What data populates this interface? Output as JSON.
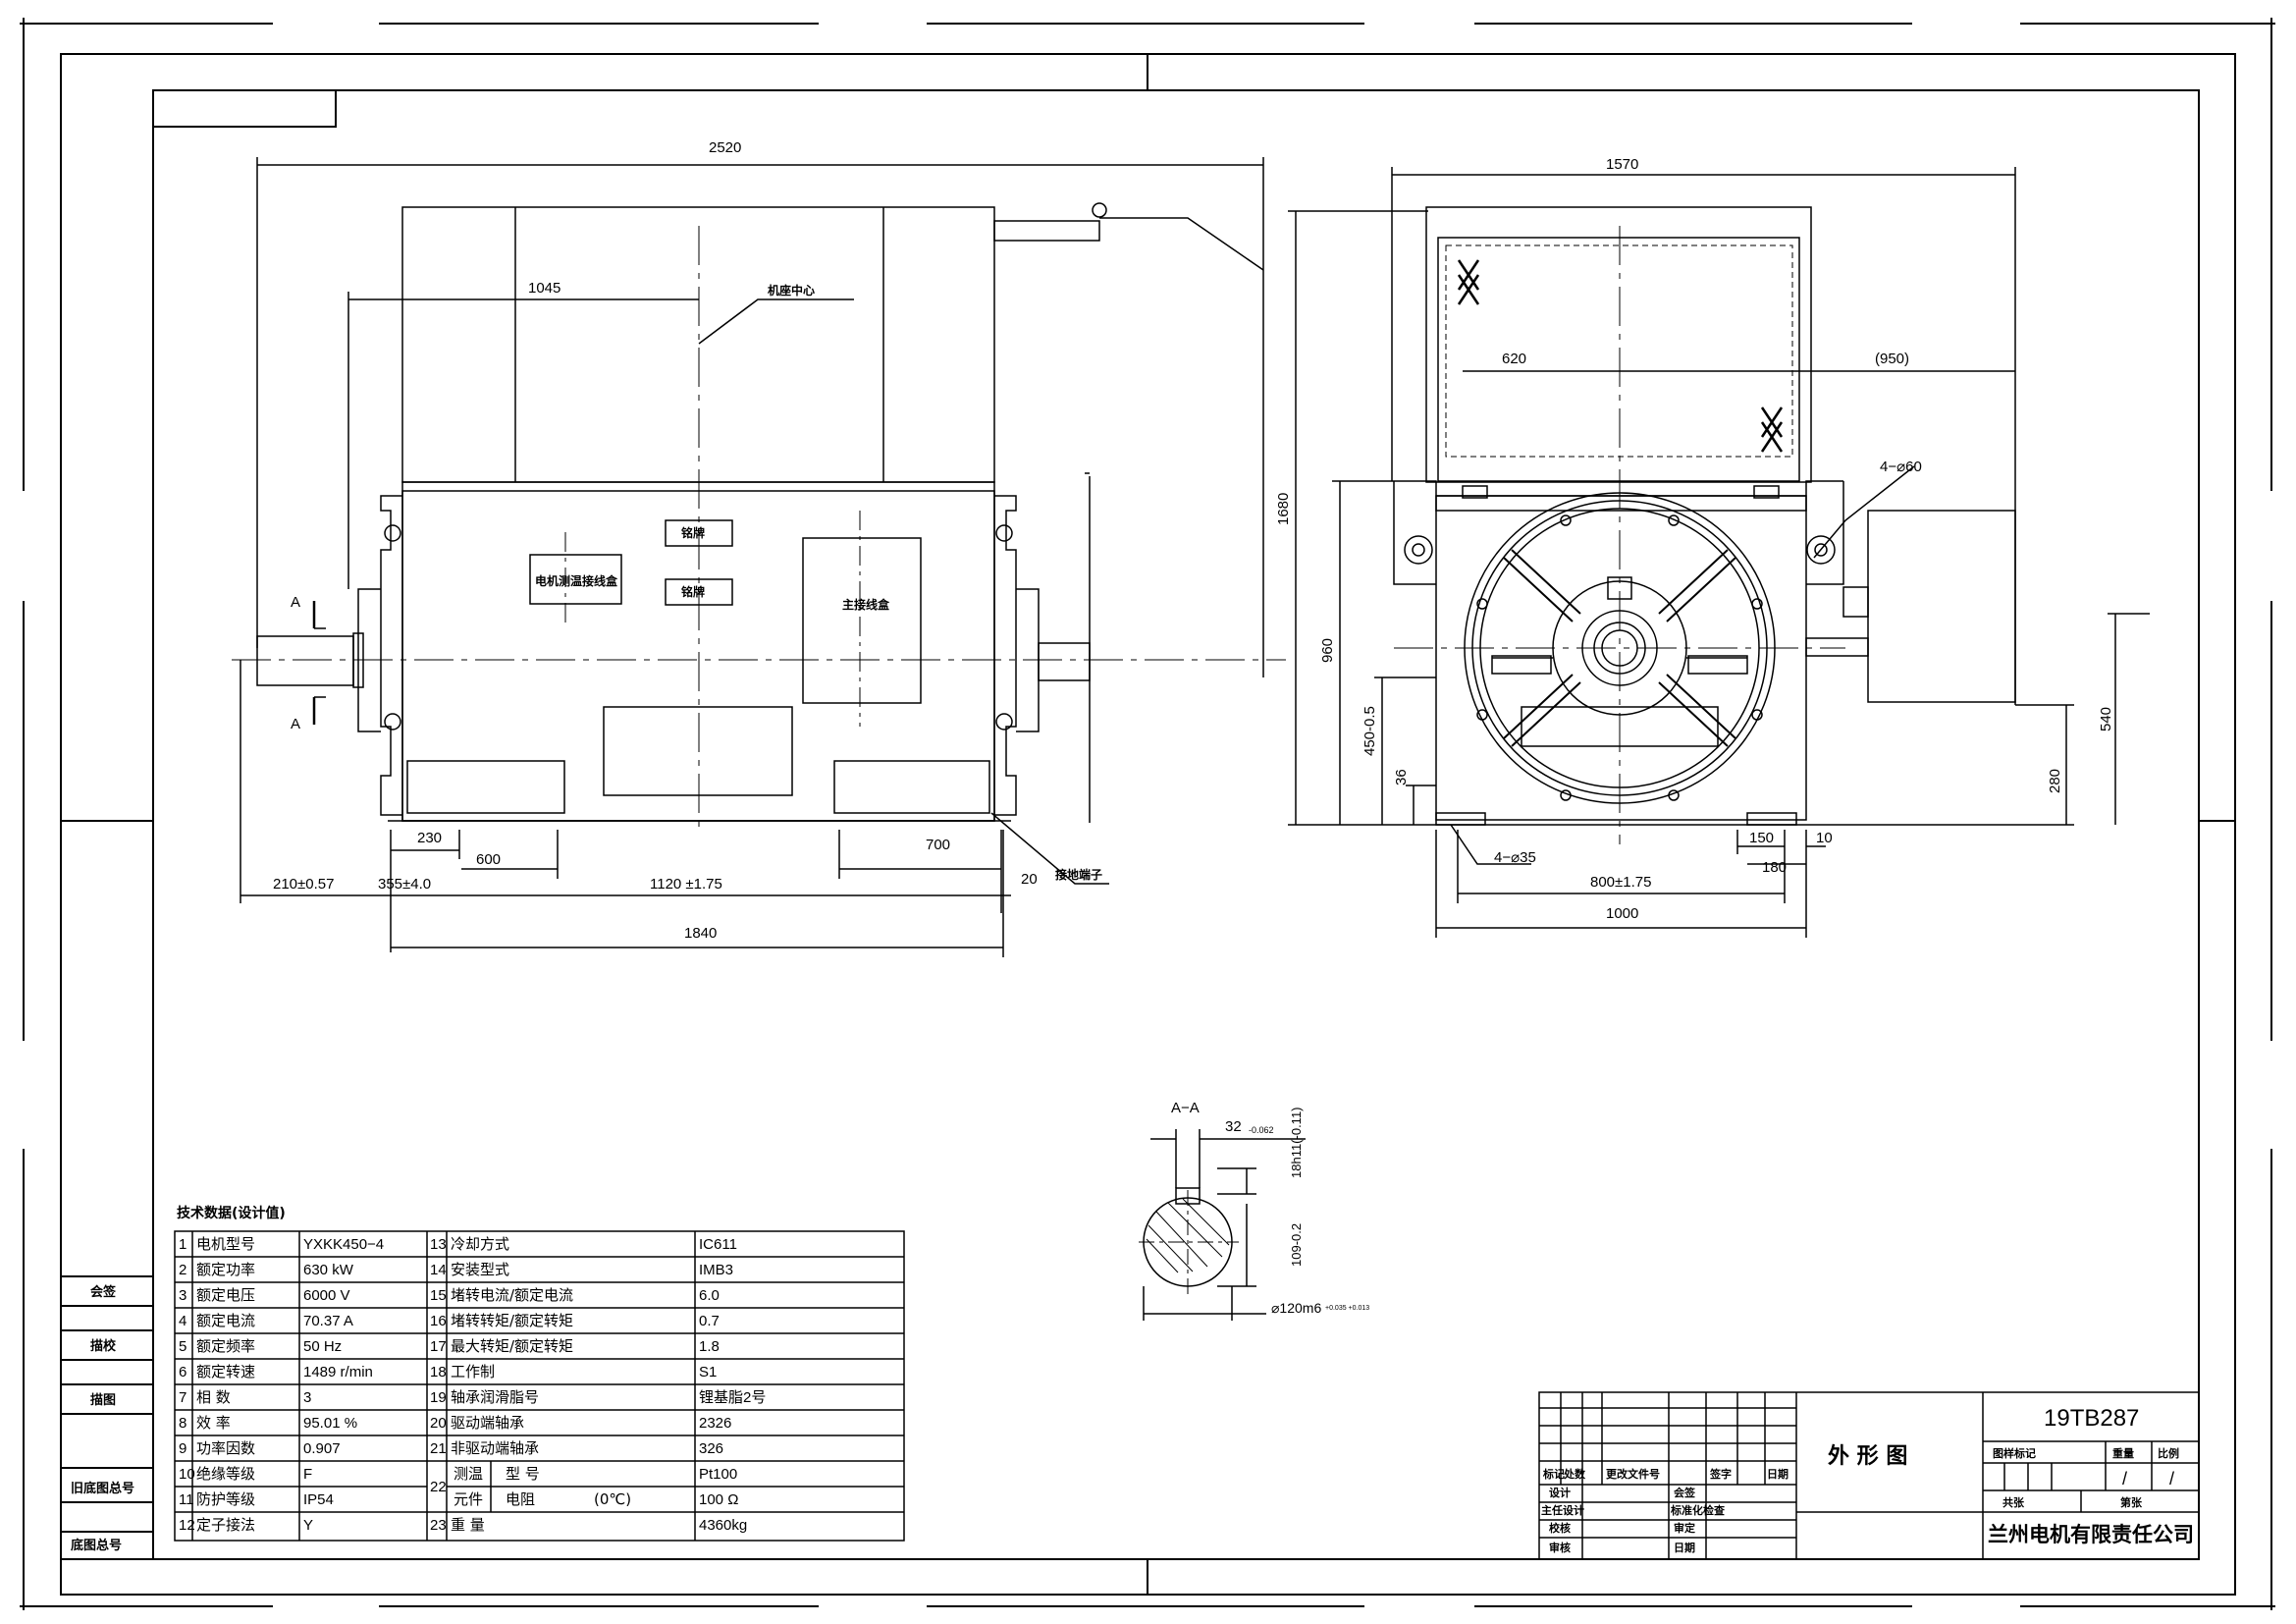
{
  "drawing": {
    "number": "19TB287",
    "name": "外 形 图",
    "company": "兰州电机有限责任公司",
    "scale_marks": [
      "/",
      "/"
    ],
    "title_block_labels": {
      "r1": [
        "标记",
        "处数",
        "更改文件号",
        "签字",
        "日期"
      ],
      "r2": [
        "设计",
        "会签"
      ],
      "r3": [
        "主任设计",
        "标准化检查"
      ],
      "r4": [
        "校核",
        "审定"
      ],
      "r5": [
        "审核",
        "日期"
      ],
      "right_top": [
        "图样标记",
        "重量",
        "比例"
      ],
      "right_mid": [
        "共张",
        "第张"
      ]
    },
    "left_strip": [
      "会签",
      "描校",
      "描图",
      "旧底图总号",
      "底图总号"
    ]
  },
  "front_view": {
    "dims": {
      "overall_length": "2520",
      "d1045": "1045",
      "d230": "230",
      "d600": "600",
      "d700": "700",
      "d210": "210±0.57",
      "d355": "355±4.0",
      "d1120": "1120 ±1.75",
      "d20": "20",
      "d1840": "1840"
    },
    "labels": {
      "cooler_dir": "机座中心",
      "box1": "电机测温接线盒",
      "box2": "铭牌",
      "box3": "主接线盒",
      "box_small": "铭牌",
      "ground": "接地端子",
      "section_a_top": "A",
      "section_a_bot": "A"
    }
  },
  "side_view": {
    "dims": {
      "width": "1570",
      "d620": "620",
      "d950": "(950)",
      "hole4": "4−⌀60",
      "height": "1680",
      "d960": "960",
      "d450": "450-0.5",
      "d36": "36",
      "d540": "540",
      "d280": "280",
      "hole_base": "4−⌀35",
      "d150": "150",
      "d10": "10",
      "d180": "180",
      "d800": "800±1.75",
      "d1000": "1000"
    }
  },
  "section_aa": {
    "title": "A−A",
    "key_width": "32",
    "key_width_tol": "-0.062",
    "key_depth": "18h11(-0.11)",
    "shaft_depth": "109-0.2",
    "shaft_dia": "⌀120m6",
    "shaft_tol": "+0.035 +0.013"
  },
  "tech_table": {
    "title": "技术数据(设计值)",
    "left": [
      {
        "no": "1",
        "name": "电机型号",
        "value": "YXKK450−4"
      },
      {
        "no": "2",
        "name": "额定功率",
        "value": "630 kW"
      },
      {
        "no": "3",
        "name": "额定电压",
        "value": "6000 V"
      },
      {
        "no": "4",
        "name": "额定电流",
        "value": "70.37  A"
      },
      {
        "no": "5",
        "name": "额定频率",
        "value": "50 Hz"
      },
      {
        "no": "6",
        "name": "额定转速",
        "value": "1489 r/min"
      },
      {
        "no": "7",
        "name": "相    数",
        "value": "3"
      },
      {
        "no": "8",
        "name": "效    率",
        "value": "95.01 %"
      },
      {
        "no": "9",
        "name": "功率因数",
        "value": "0.907"
      },
      {
        "no": "10",
        "name": "绝缘等级",
        "value": "F"
      },
      {
        "no": "11",
        "name": "防护等级",
        "value": "IP54"
      },
      {
        "no": "12",
        "name": "定子接法",
        "value": "Y"
      }
    ],
    "right": [
      {
        "no": "13",
        "name": "冷却方式",
        "value": "IC611"
      },
      {
        "no": "14",
        "name": "安装型式",
        "value": "IMB3"
      },
      {
        "no": "15",
        "name": "堵转电流/额定电流",
        "value": "6.0"
      },
      {
        "no": "16",
        "name": "堵转转矩/额定转矩",
        "value": "0.7"
      },
      {
        "no": "17",
        "name": "最大转矩/额定转矩",
        "value": "1.8"
      },
      {
        "no": "18",
        "name": "工作制",
        "value": "S1"
      },
      {
        "no": "19",
        "name": "轴承润滑脂号",
        "value": "锂基脂2号"
      },
      {
        "no": "20",
        "name": "驱动端轴承",
        "value": "2326"
      },
      {
        "no": "21",
        "name": "非驱动端轴承",
        "value": "326"
      },
      {
        "no": "22a",
        "name": "测温元件 型号",
        "value": "Pt100"
      },
      {
        "no": "22b",
        "name": "电阻(0℃)",
        "value": "100 Ω"
      },
      {
        "no": "23",
        "name": "重    量",
        "value": "4360kg"
      }
    ],
    "group22": "22",
    "g22_top": "测温",
    "g22_bot": "元件",
    "g22_type": "型    号",
    "g22_res": "电阻",
    "g22_res_unit": "(0℃)"
  }
}
